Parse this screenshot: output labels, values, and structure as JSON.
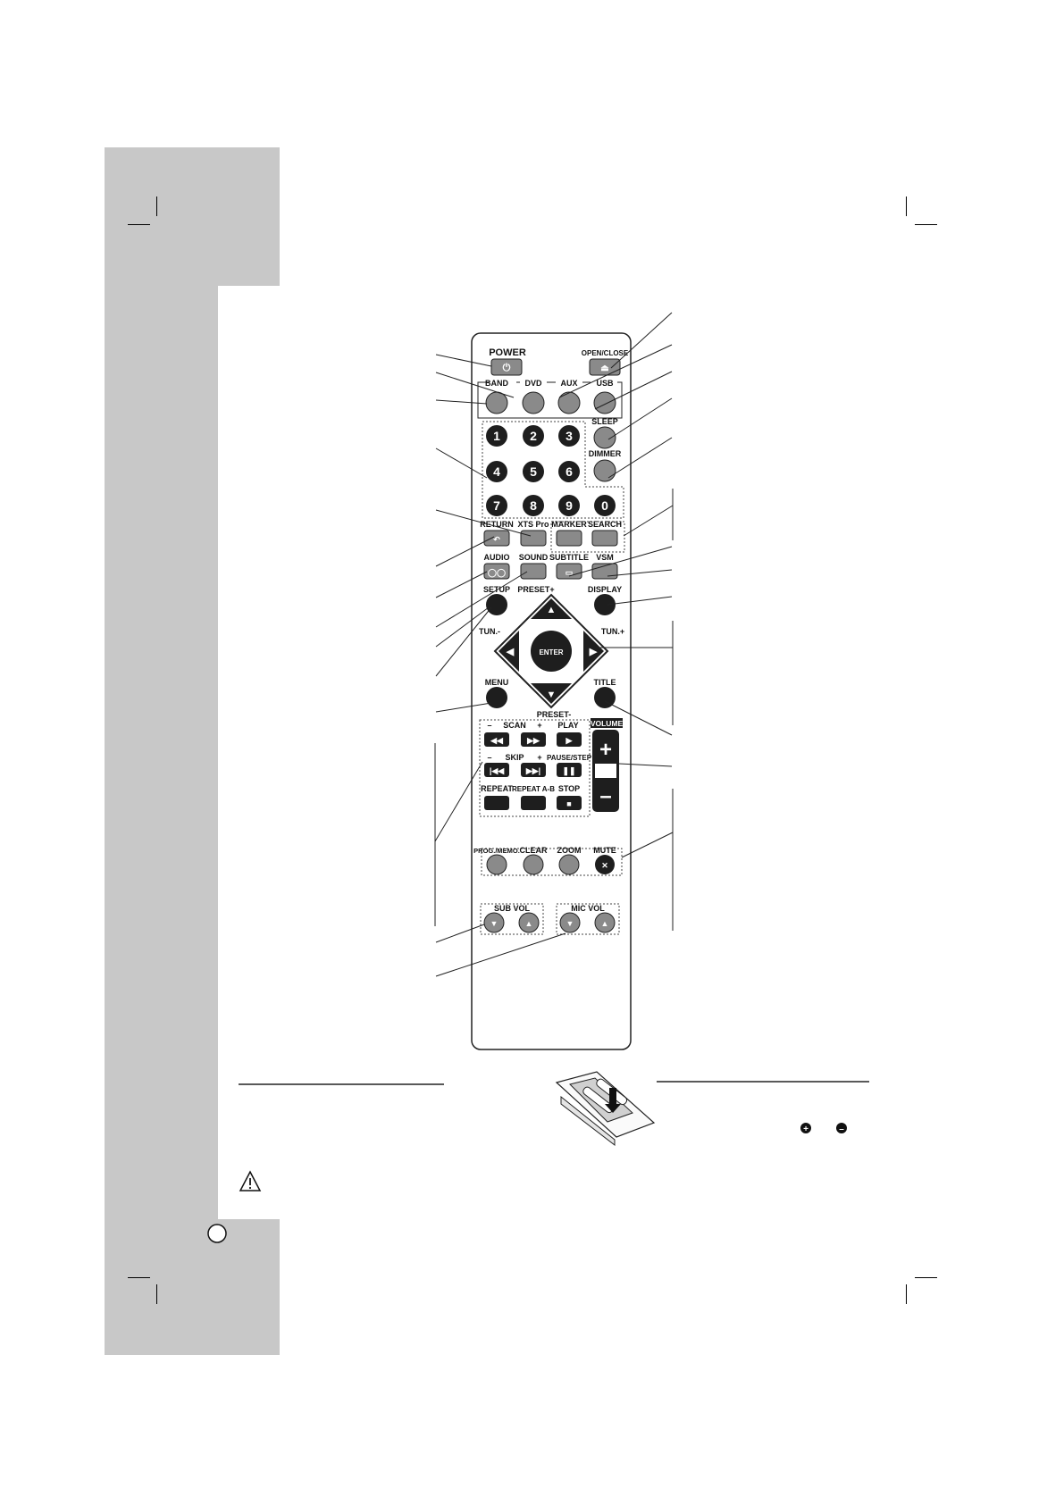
{
  "remote": {
    "power": "POWER",
    "open_close": "OPEN/CLOSE",
    "band": "BAND",
    "dvd": "DVD",
    "aux": "AUX",
    "usb": "USB",
    "sleep": "SLEEP",
    "dimmer": "DIMMER",
    "digits": [
      "1",
      "2",
      "3",
      "4",
      "5",
      "6",
      "7",
      "8",
      "9",
      "0"
    ],
    "return": "RETURN",
    "xts_pro": "XTS Pro",
    "marker": "MARKER",
    "search": "SEARCH",
    "audio": "AUDIO",
    "sound": "SOUND",
    "subtitle": "SUBTITLE",
    "vsm": "VSM",
    "setup": "SETUP",
    "preset_plus": "PRESET+",
    "display": "DISPLAY",
    "tun_minus": "TUN.-",
    "tun_plus": "TUN.+",
    "enter": "ENTER",
    "menu": "MENU",
    "title": "TITLE",
    "preset_minus": "PRESET-",
    "volume": "VOLUME",
    "scan": "SCAN",
    "play": "PLAY",
    "skip": "SKIP",
    "pause_step": "PAUSE/STEP",
    "repeat": "REPEAT",
    "repeat_ab": "REPEAT A-B",
    "stop": "STOP",
    "prog_memo": "PROG./MEMO.",
    "clear": "CLEAR",
    "zoom": "ZOOM",
    "mute": "MUTE",
    "sub_vol": "SUB VOL",
    "mic_vol": "MIC VOL",
    "minus_sign": "–",
    "plus_sign": "+"
  },
  "colors": {
    "sidebar_gray": "#c8c8c8",
    "button_gray": "#8a8a8a",
    "button_dark": "#1e1e1e"
  }
}
